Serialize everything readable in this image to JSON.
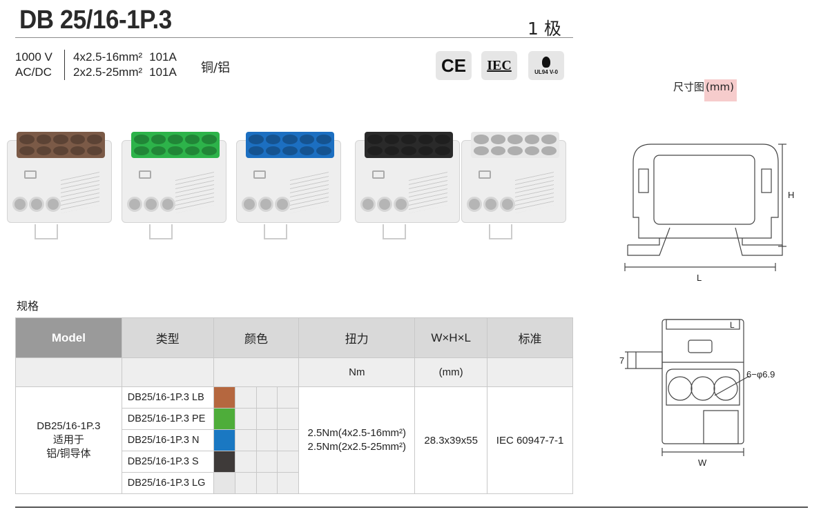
{
  "header": {
    "title": "DB 25/16-1P.3",
    "pole": "1 极"
  },
  "specs": {
    "voltage": "1000 V",
    "current_type": "AC/DC",
    "conductor_1": "4x2.5-16mm²",
    "ampacity_1": "101A",
    "conductor_2": "2x2.5-25mm²",
    "ampacity_2": "101A",
    "material": "铜/铝"
  },
  "certifications": {
    "ce": "CE",
    "iec": "IEC",
    "ul_line1": "UL94 V-0"
  },
  "dimension_drawing": {
    "title": "尺寸图",
    "unit": "(mm)",
    "label_h": "H",
    "label_l": "L",
    "label_w": "W",
    "label_l2": "L",
    "label_7": "7",
    "label_holes": "6−φ6.9"
  },
  "products": [
    {
      "name": "LB",
      "color": "#7b5a47"
    },
    {
      "name": "PE",
      "color": "#2db34a"
    },
    {
      "name": "N",
      "color": "#1c6fc1"
    },
    {
      "name": "S",
      "color": "#2a2a2a"
    },
    {
      "name": "LG",
      "color": "#e8e8e8"
    }
  ],
  "table": {
    "section_label": "规格",
    "headers": {
      "model": "Model",
      "type": "类型",
      "color": "颜色",
      "torque": "扭力",
      "size": "W×H×L",
      "standard": "标准"
    },
    "units": {
      "torque": "Nm",
      "size": "(mm)"
    },
    "model_line1": "DB25/16-1P.3",
    "model_line2": "适用于",
    "model_line3": "铝/铜导体",
    "rows": [
      {
        "type": "DB25/16-1P.3 LB",
        "color": "#b5673f"
      },
      {
        "type": "DB25/16-1P.3 PE",
        "color": "#4ead3a"
      },
      {
        "type": "DB25/16-1P.3 N",
        "color": "#1a78c2"
      },
      {
        "type": "DB25/16-1P.3 S",
        "color": "#3e3a39"
      },
      {
        "type": "DB25/16-1P.3 LG",
        "color": "#e6e6e6"
      }
    ],
    "torque_line1": "2.5Nm(4x2.5-16mm²)",
    "torque_line2": "2.5Nm(2x2.5-25mm²)",
    "size": "28.3x39x55",
    "standard": "IEC 60947-7-1"
  }
}
